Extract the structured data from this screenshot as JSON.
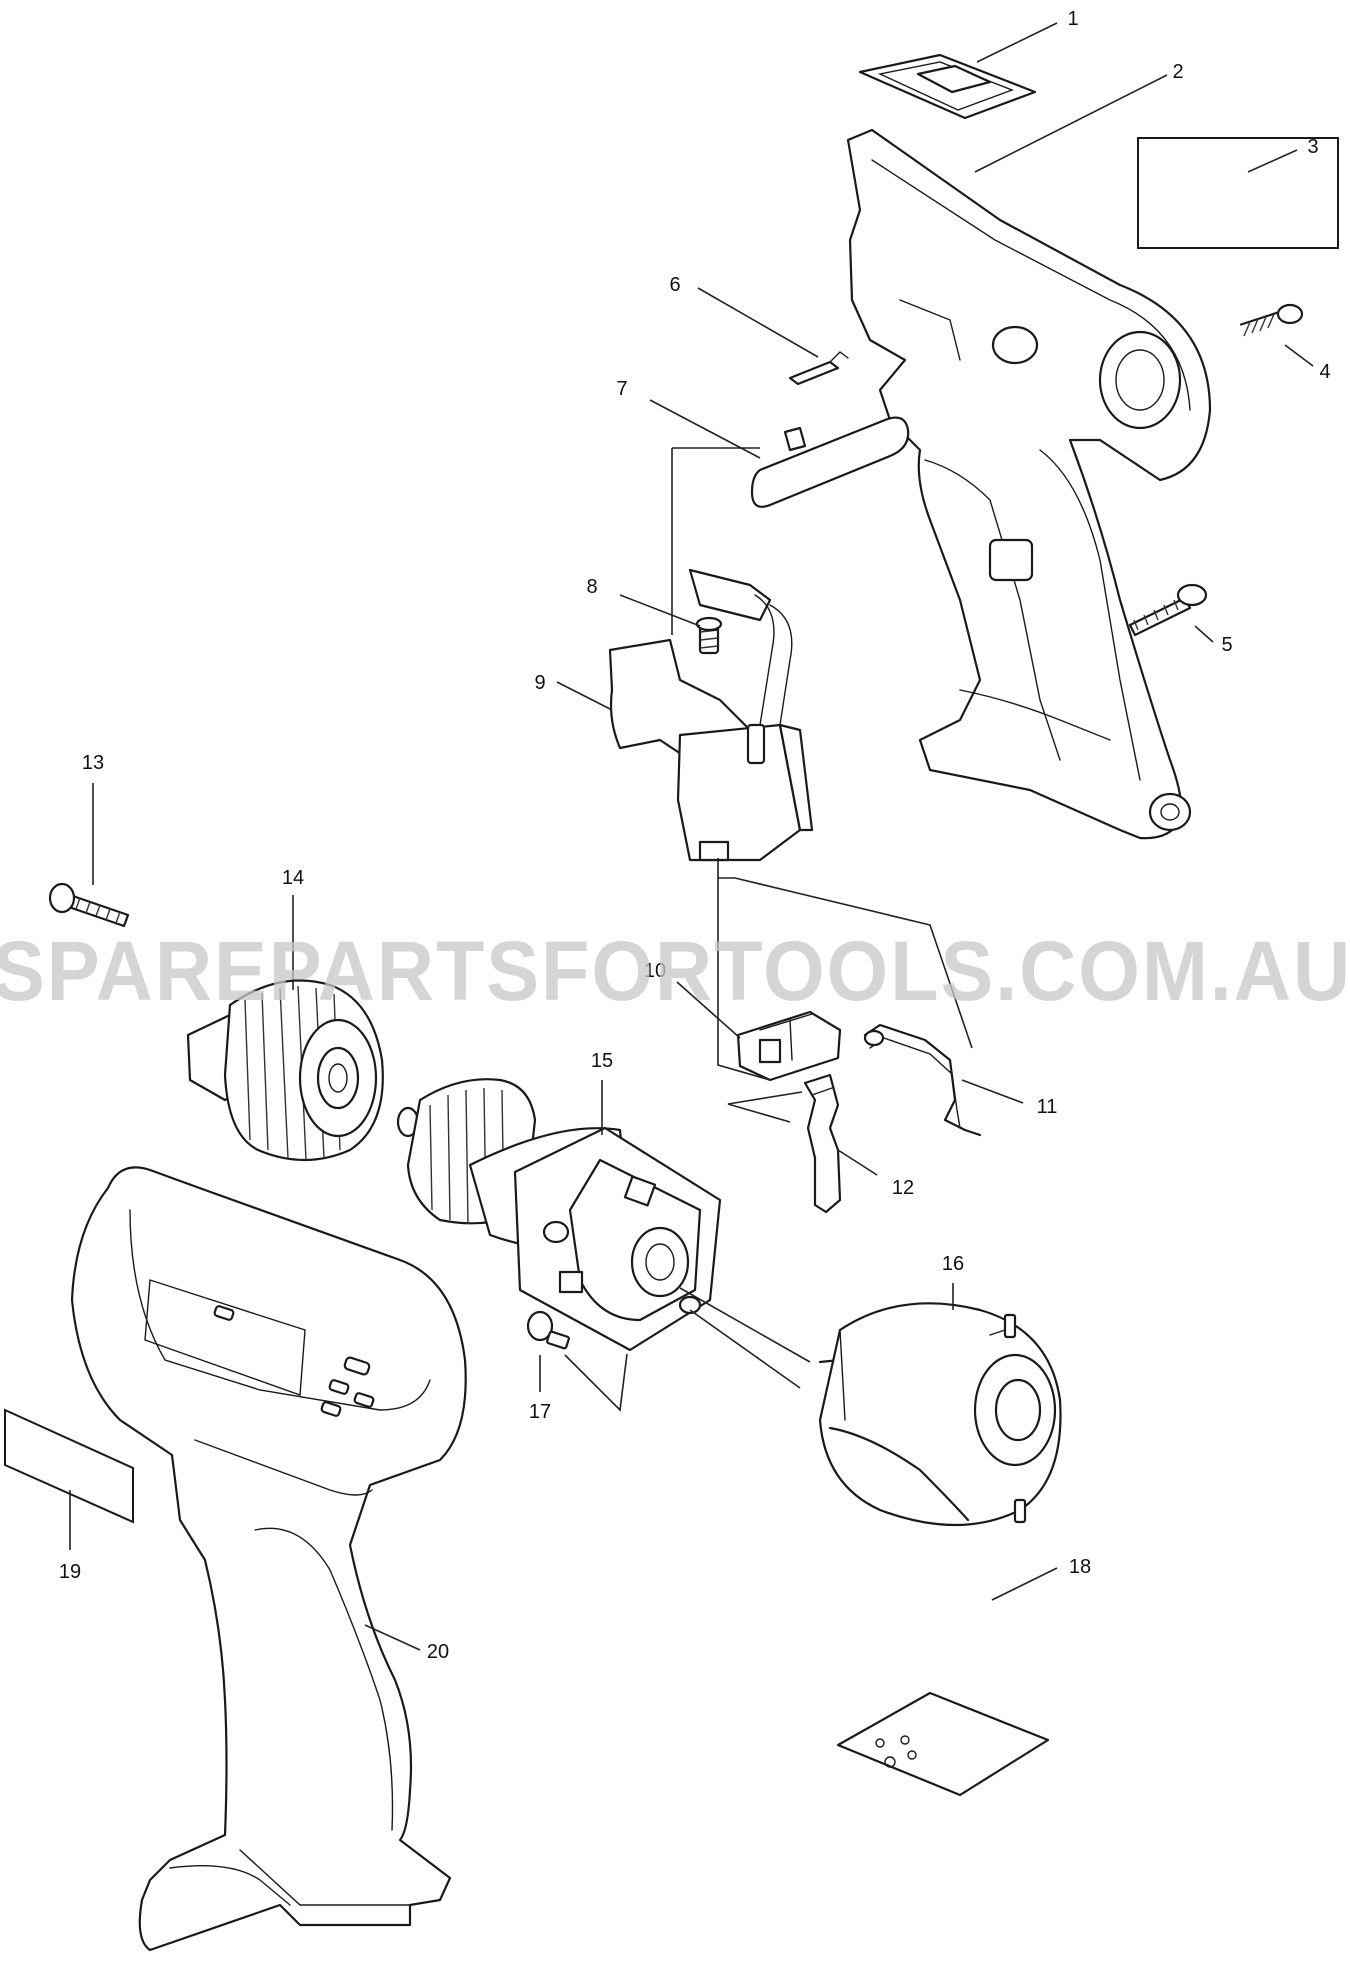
{
  "watermark": "SPAREPARTSFORTOOLS.COM.AU",
  "parts": [
    {
      "number": "1"
    },
    {
      "number": "2"
    },
    {
      "number": "3"
    },
    {
      "number": "4"
    },
    {
      "number": "5"
    },
    {
      "number": "6"
    },
    {
      "number": "7"
    },
    {
      "number": "8"
    },
    {
      "number": "9"
    },
    {
      "number": "10"
    },
    {
      "number": "11"
    },
    {
      "number": "12"
    },
    {
      "number": "13"
    },
    {
      "number": "14"
    },
    {
      "number": "15"
    },
    {
      "number": "16"
    },
    {
      "number": "17"
    },
    {
      "number": "18"
    },
    {
      "number": "19"
    },
    {
      "number": "20"
    }
  ],
  "colors": {
    "line": "#1a1a1a",
    "watermark": "#c8c8c8",
    "background": "#ffffff"
  }
}
